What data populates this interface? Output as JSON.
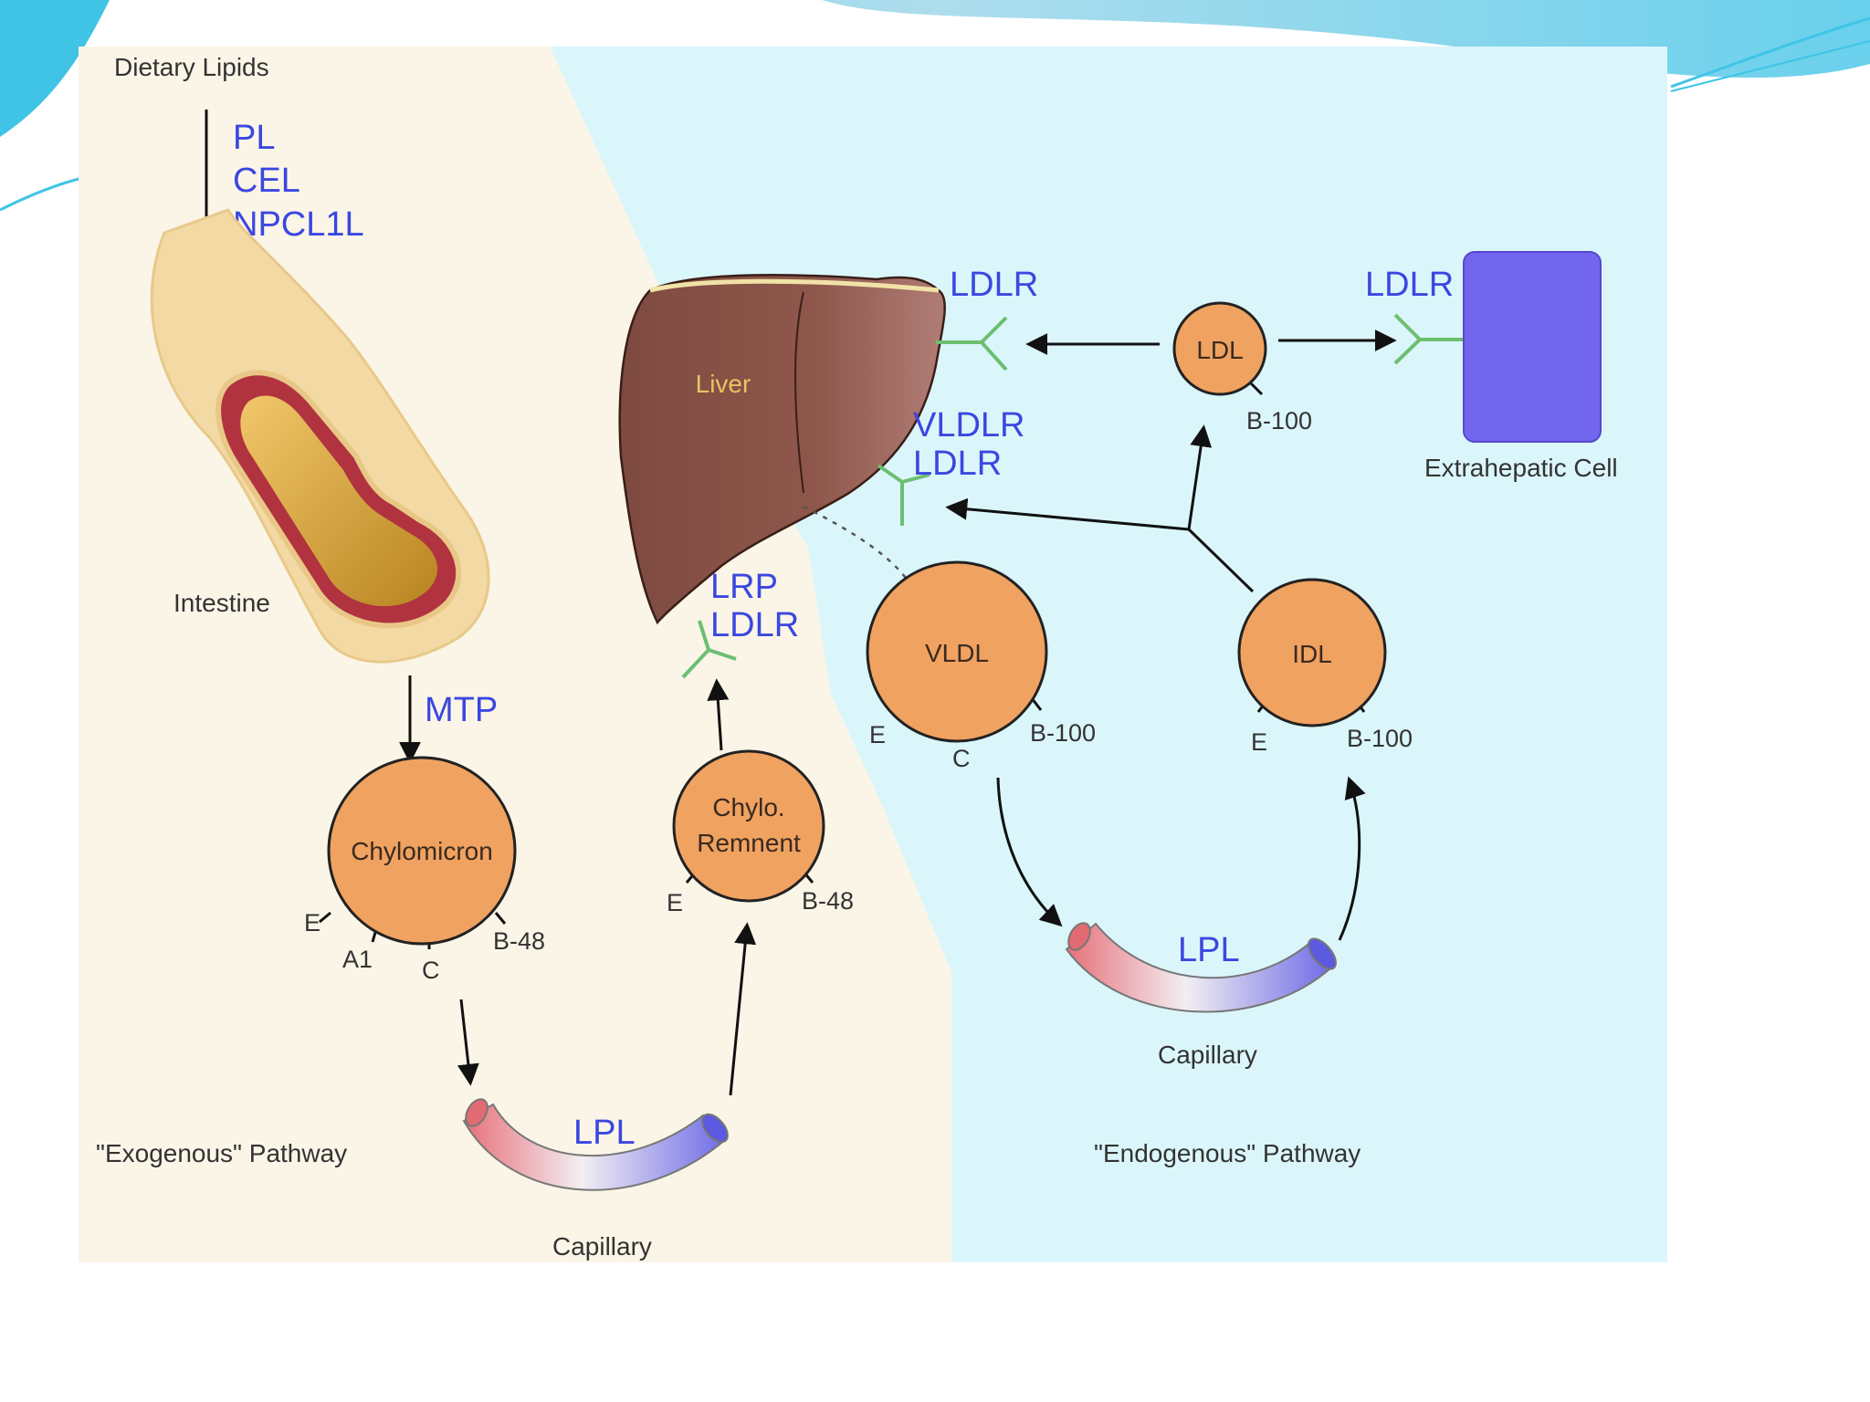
{
  "colors": {
    "exogenous_bg": "#fbf5e7",
    "endogenous_bg": "#dbf6fb",
    "particle": "#f0a260",
    "liver": "#8a5246",
    "enzyme_text": "#3b47e0",
    "receptor": "#6cbf72",
    "extrahepatic_cell": "#7366ee"
  },
  "diagram": {
    "dietary_lipids": "Dietary Lipids",
    "digestion_enzymes": [
      "PL",
      "CEL",
      "NPCL1L"
    ],
    "intestine": "Intestine",
    "mtp": "MTP",
    "chylomicron": {
      "label": "Chylomicron",
      "apos": [
        "E",
        "A1",
        "C",
        "B-48"
      ]
    },
    "chylo_remnant": {
      "label_lines": [
        "Chylo.",
        "Remnent"
      ],
      "apos": [
        "E",
        "B-48"
      ]
    },
    "exo_capillary": {
      "enzyme": "LPL",
      "label": "Capillary"
    },
    "exogenous_pathway": "\"Exogenous\" Pathway",
    "liver": "Liver",
    "remnant_receptors": [
      "LRP",
      "LDLR"
    ],
    "liver_receptor_top": "LDLR",
    "liver_receptors_mid": [
      "VLDLR",
      "LDLR"
    ],
    "vldl": {
      "label": "VLDL",
      "apos": [
        "E",
        "C",
        "B-100"
      ]
    },
    "idl": {
      "label": "IDL",
      "apos": [
        "E",
        "B-100"
      ]
    },
    "ldl": {
      "label": "LDL",
      "apos": [
        "B-100"
      ]
    },
    "extrahepatic_receptor": "LDLR",
    "extrahepatic_cell": "Extrahepatic Cell",
    "endo_capillary": {
      "enzyme": "LPL",
      "label": "Capillary"
    },
    "endogenous_pathway": "\"Endogenous\" Pathway"
  }
}
